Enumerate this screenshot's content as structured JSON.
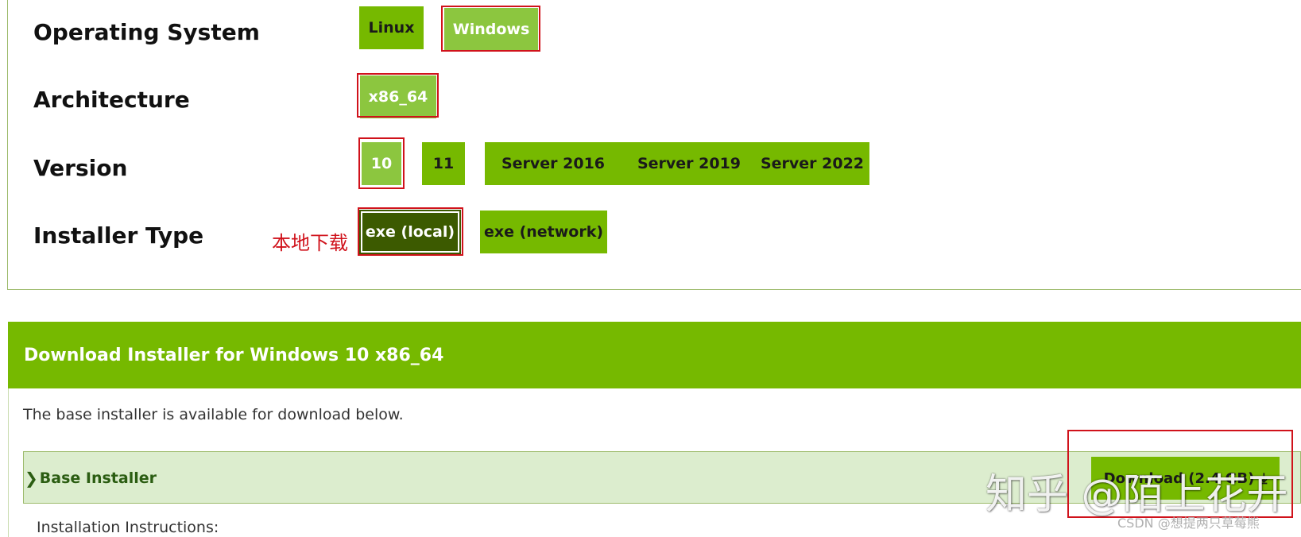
{
  "rows": {
    "os": {
      "label": "Operating System",
      "options": [
        "Linux",
        "Windows"
      ]
    },
    "arch": {
      "label": "Architecture",
      "options": [
        "x86_64"
      ]
    },
    "version": {
      "label": "Version",
      "options": [
        "10",
        "11",
        "Server 2016",
        "Server 2019",
        "Server 2022"
      ]
    },
    "installer": {
      "label": "Installer Type",
      "options": [
        "exe (local)",
        "exe (network)"
      ],
      "annotation": "本地下载"
    }
  },
  "download": {
    "header": "Download Installer for Windows 10 x86_64",
    "note": "The base installer is available for download below.",
    "base_installer": "Base Installer",
    "button": "Download (2.4 GB)",
    "instructions": "Installation Instructions:"
  },
  "watermark": {
    "zhihu": "知乎 @陌上花开",
    "csdn": "CSDN @想提两只草莓熊"
  },
  "colors": {
    "accent": "#76b900",
    "selected": "#8cc63f",
    "active": "#3c5a00",
    "annotation": "#d0121b"
  }
}
